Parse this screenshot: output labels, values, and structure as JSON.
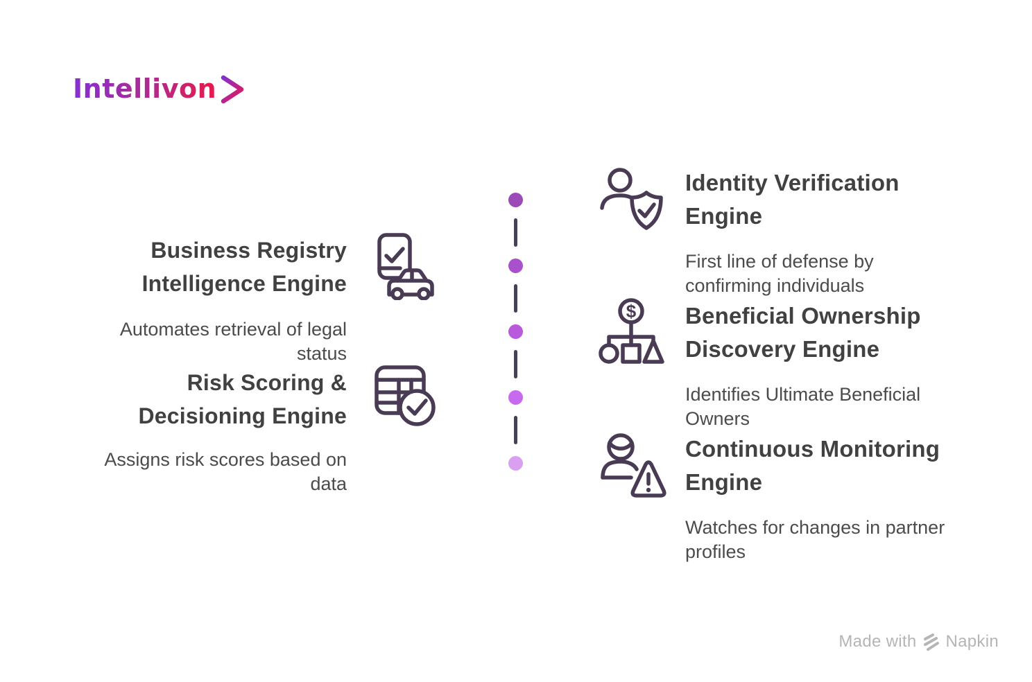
{
  "brand": {
    "name": "Intellivon",
    "gradient": [
      "#8430d2",
      "#b02a8c",
      "#e8194a"
    ]
  },
  "left_items": [
    {
      "title": "Business Registry\nIntelligence Engine",
      "description": "Automates retrieval of legal\nstatus",
      "icon": "registry-check-car-icon"
    },
    {
      "title": "Risk Scoring &\nDecisioning Engine",
      "description": "Assigns risk scores based on\ndata",
      "icon": "table-check-icon"
    }
  ],
  "right_items": [
    {
      "title": "Identity Verification\nEngine",
      "description": "First line of defense by\nconfirming individuals",
      "icon": "person-shield-check-icon"
    },
    {
      "title": "Beneficial Ownership\nDiscovery Engine",
      "description": "Identifies Ultimate Beneficial\nOwners",
      "icon": "money-hierarchy-icon"
    },
    {
      "title": "Continuous Monitoring\nEngine",
      "description": "Watches for changes in partner\nprofiles",
      "icon": "person-alert-icon"
    }
  ],
  "timeline": {
    "dot_colors": [
      "#9c4ab8",
      "#aa50cc",
      "#b95ade",
      "#c86af0",
      "#d9a0f2"
    ],
    "line_color": "#45415a"
  },
  "footer": {
    "made_with": "Made with",
    "brand": "Napkin"
  },
  "colors": {
    "title": "#414141",
    "body": "#4b4b4b",
    "icon_stroke": "#4a3b55",
    "footer": "#b5b5b5"
  }
}
